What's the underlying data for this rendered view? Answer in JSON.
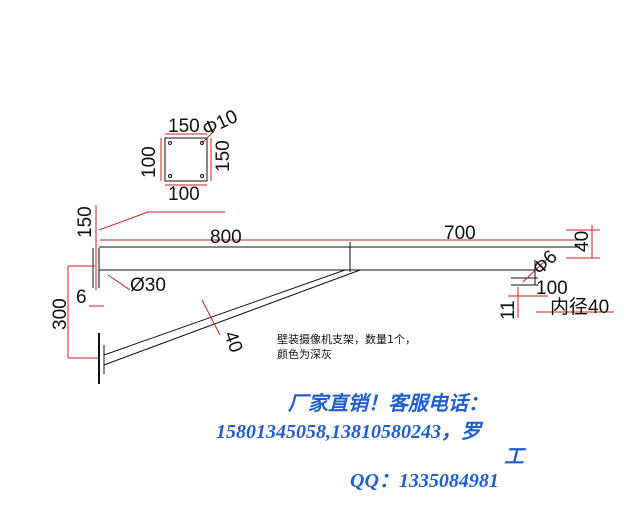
{
  "drawing": {
    "plate_top_label": "150",
    "plate_hole_label": "Φ10",
    "plate_left_label": "100",
    "plate_right_label": "150",
    "plate_bottom_label": "100",
    "height_150": "150",
    "arm_800": "800",
    "arm_700": "700",
    "end_40": "40",
    "tube_dia": "Ø30",
    "end_dia": "Φ6",
    "end_100": "100",
    "inner_dia": "内径40",
    "left_6": "6",
    "left_300": "300",
    "small_11": "11",
    "brace_40": "40"
  },
  "note": {
    "line1": "壁装摄像机支架，数量1个，",
    "line2": "颜色为深灰"
  },
  "promo": {
    "line1": "厂家直销！客服电话：",
    "line2": "15801345058,13810580243，罗",
    "line3": "工",
    "line4": "QQ：1335084981"
  },
  "colors": {
    "line": "#111111",
    "dimension": "#cc2222",
    "promo": "#1f5fd0"
  }
}
